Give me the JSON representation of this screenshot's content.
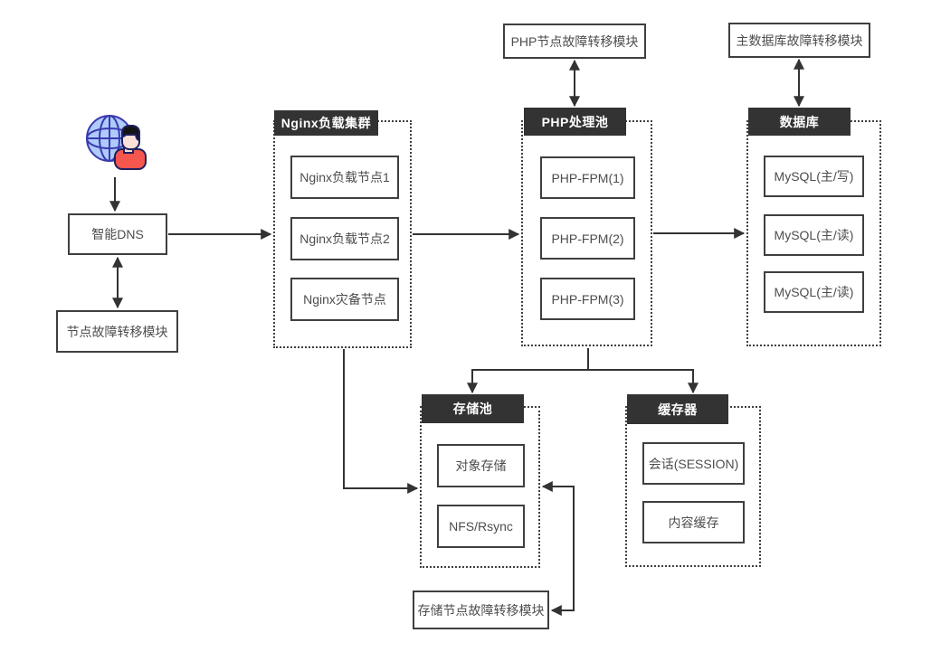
{
  "modules": {
    "dns": "智能DNS",
    "dns_failover": "节点故障转移模块",
    "php_failover": "PHP节点故障转移模块",
    "db_failover": "主数据库故障转移模块",
    "storage_failover": "存储节点故障转移模块"
  },
  "groups": {
    "nginx": {
      "title": "Nginx负载集群",
      "nodes": [
        "Nginx负载节点1",
        "Nginx负载节点2",
        "Nginx灾备节点"
      ]
    },
    "php": {
      "title": "PHP处理池",
      "nodes": [
        "PHP-FPM(1)",
        "PHP-FPM(2)",
        "PHP-FPM(3)"
      ]
    },
    "db": {
      "title": "数据库",
      "nodes": [
        "MySQL(主/写)",
        "MySQL(主/读)",
        "MySQL(主/读)"
      ]
    },
    "storage": {
      "title": "存储池",
      "nodes": [
        "对象存储",
        "NFS/Rsync"
      ]
    },
    "cache": {
      "title": "缓存器",
      "nodes": [
        "会话(SESSION)",
        "内容缓存"
      ]
    }
  },
  "icons": {
    "user": "globe-user-icon"
  },
  "colors": {
    "background": "#ffffff",
    "header_bg": "#333333",
    "header_text": "#ffffff",
    "box_border": "#3f3f3f",
    "text": "#4d4d4d",
    "arrow": "#333333",
    "globe_fill": "#aecbfa",
    "globe_stroke": "#3a3ab0",
    "shirt": "#f5564e",
    "skin": "#fbe0d8",
    "hair": "#141414"
  }
}
